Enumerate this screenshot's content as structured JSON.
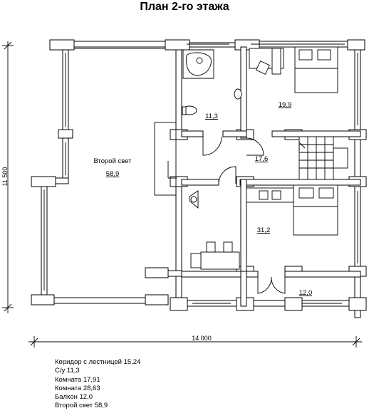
{
  "title": "План 2-го этажа",
  "rooms": {
    "vtoroy_svet_name": "Второй свет",
    "vtoroy_svet_area": "58,9",
    "su_area": "11,3",
    "room_top_right_area": "19,9",
    "corridor_area": "17,6",
    "room_big_area": "31,2",
    "balcony_area": "12,0"
  },
  "dimensions": {
    "width": "14 000",
    "height": "11 500"
  },
  "legend": [
    "Коридор с лестницей 15,24",
    "С/у 11,3",
    "Комната 17,91",
    "Комната 28,63",
    "Балкон 12,0",
    "Второй свет 58,9"
  ]
}
